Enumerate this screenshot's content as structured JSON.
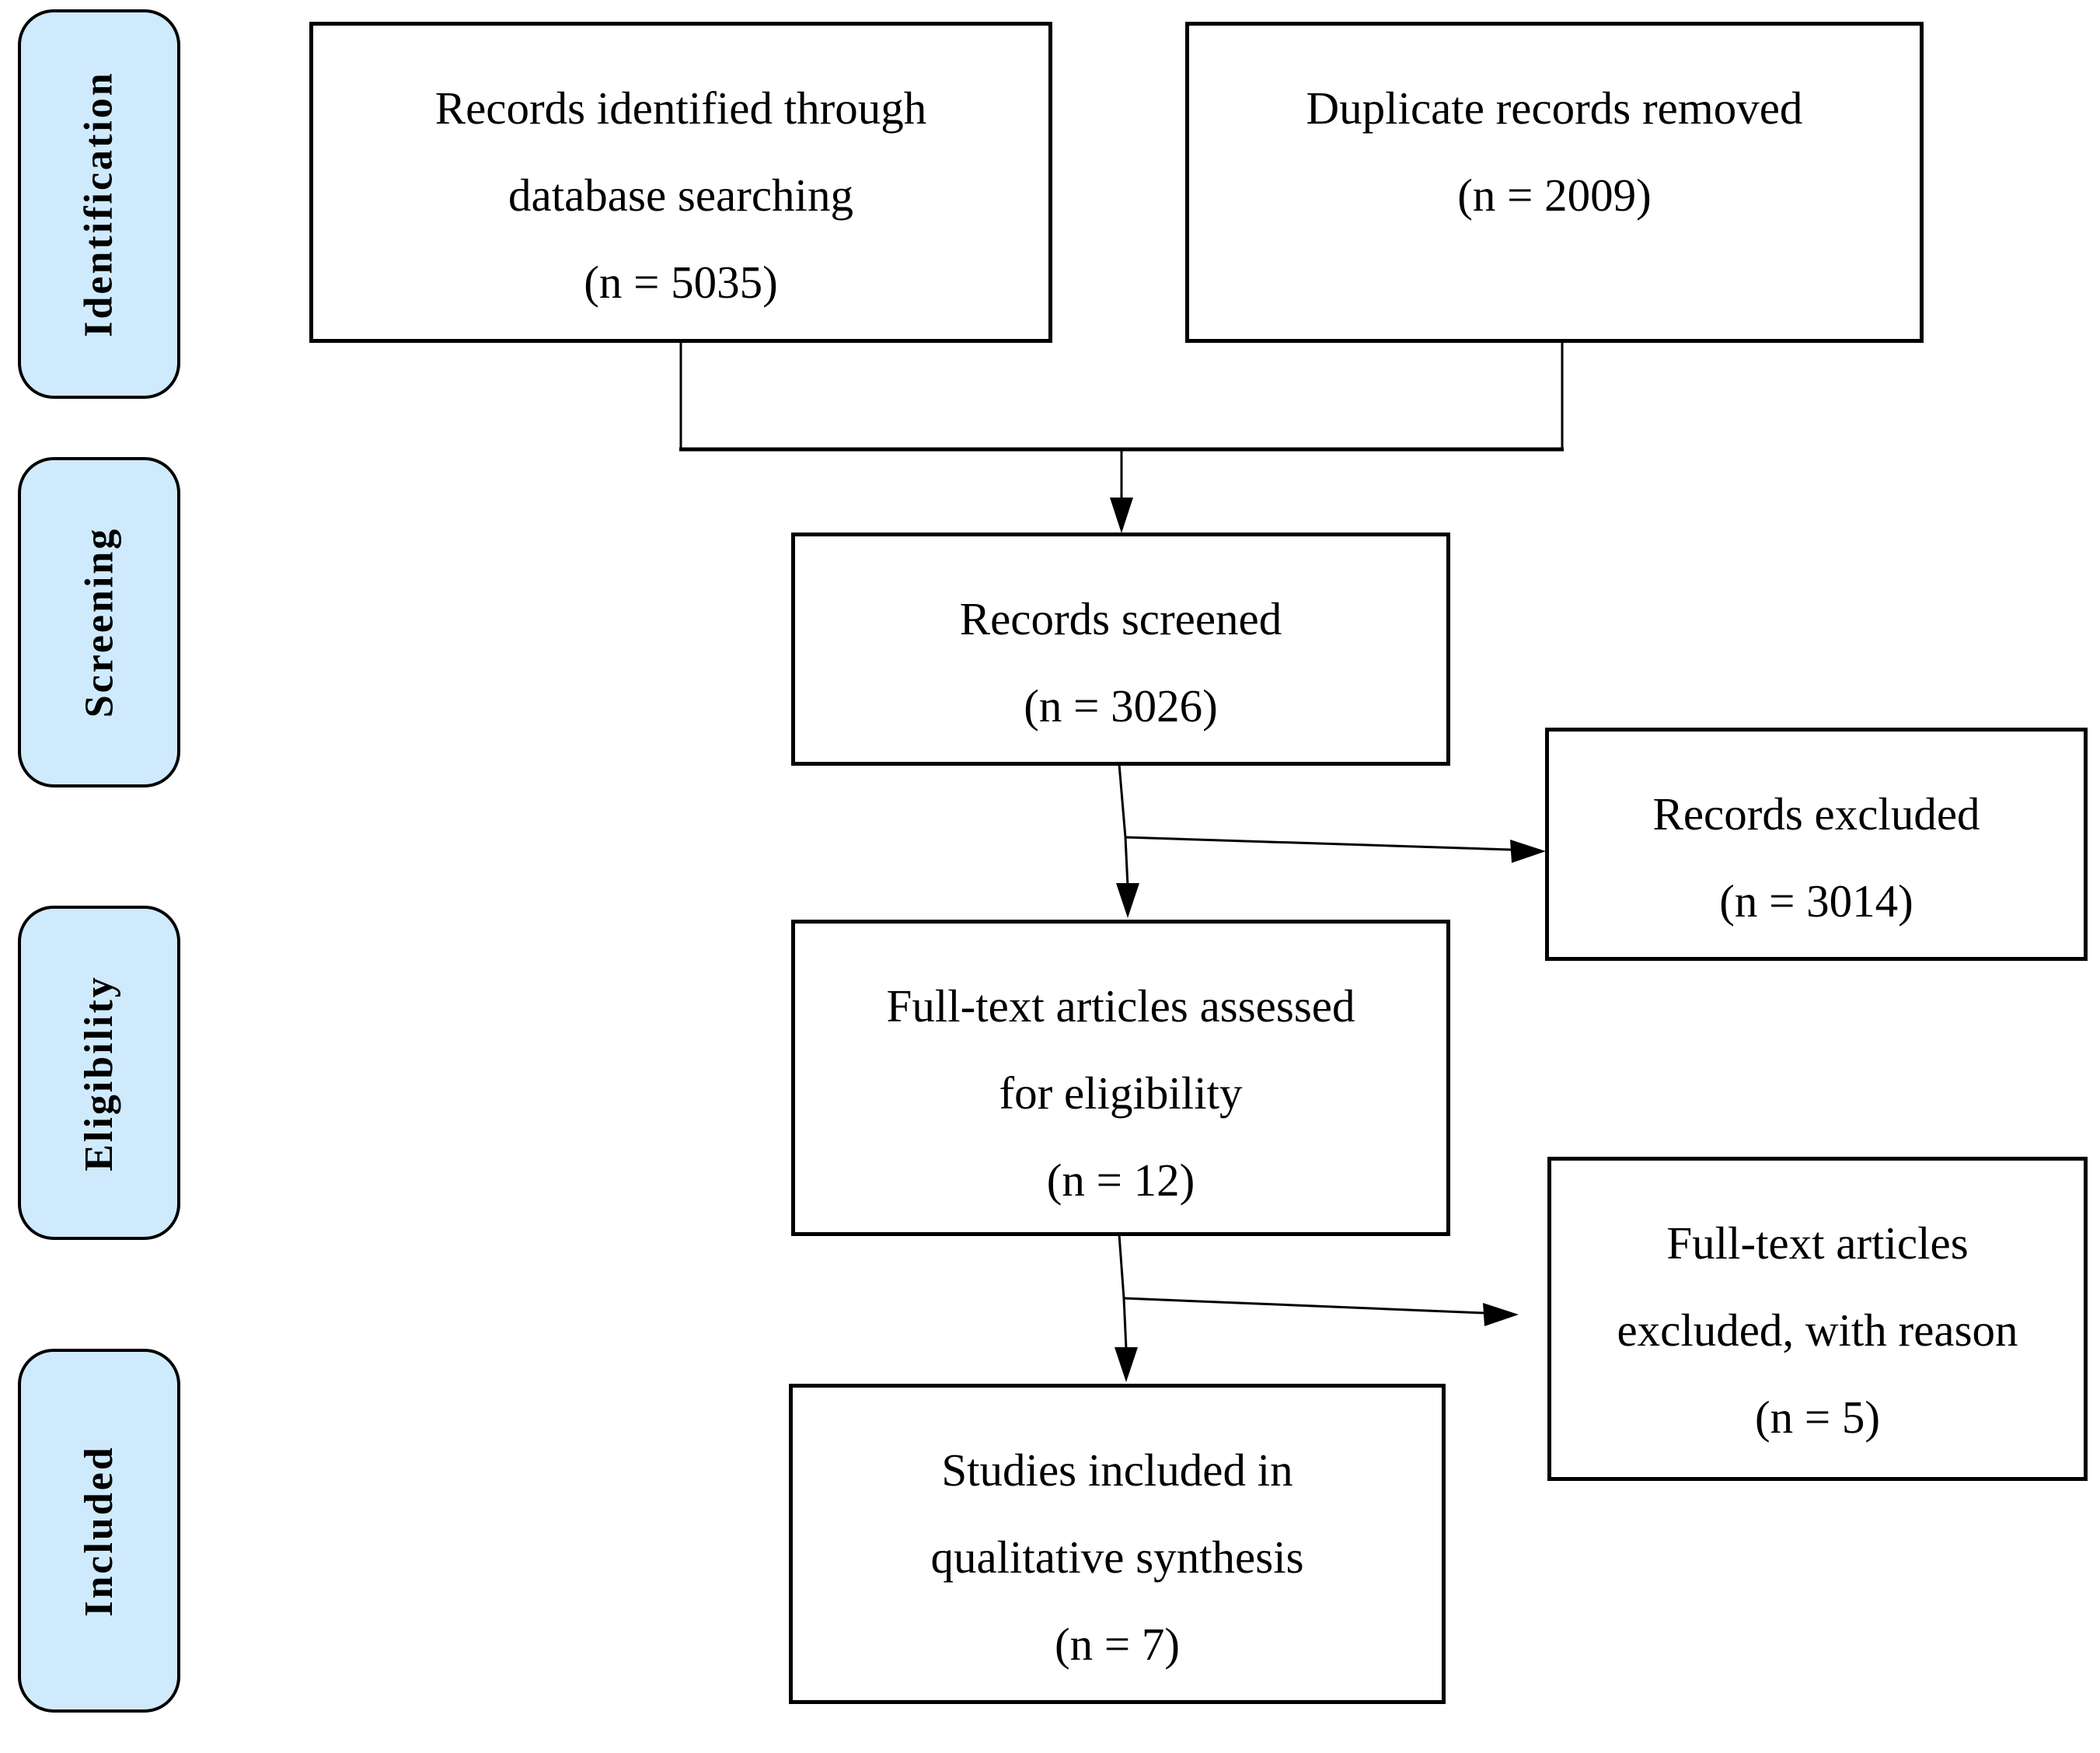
{
  "sidebar": {
    "stages": [
      {
        "label": "Identification"
      },
      {
        "label": "Screening"
      },
      {
        "label": "Eligibility"
      },
      {
        "label": "Included"
      }
    ]
  },
  "boxes": {
    "identified": {
      "n": 5035,
      "lines": [
        "Records identified through",
        "database searching",
        "(n = 5035)"
      ]
    },
    "duplicates_removed": {
      "n": 2009,
      "lines": [
        "Duplicate records removed",
        "(n = 2009)"
      ]
    },
    "screened": {
      "n": 3026,
      "lines": [
        "Records screened",
        "(n = 3026)"
      ]
    },
    "records_excluded": {
      "n": 3014,
      "lines": [
        "Records excluded",
        "(n = 3014)"
      ]
    },
    "fulltext_assessed": {
      "n": 12,
      "lines": [
        "Full-text articles assessed",
        "for eligibility",
        "(n = 12)"
      ]
    },
    "fulltext_excluded": {
      "n": 5,
      "lines": [
        "Full-text articles",
        "excluded, with reason",
        "(n = 5)"
      ]
    },
    "studies_included": {
      "n": 7,
      "lines": [
        "Studies included in",
        "qualitative synthesis",
        "(n = 7)"
      ]
    }
  },
  "colors": {
    "stage_fill": "#cfeafd",
    "stage_border": "#000000",
    "box_background": "#ffffff",
    "box_border": "#000000",
    "line": "#000000",
    "text": "#000000"
  }
}
